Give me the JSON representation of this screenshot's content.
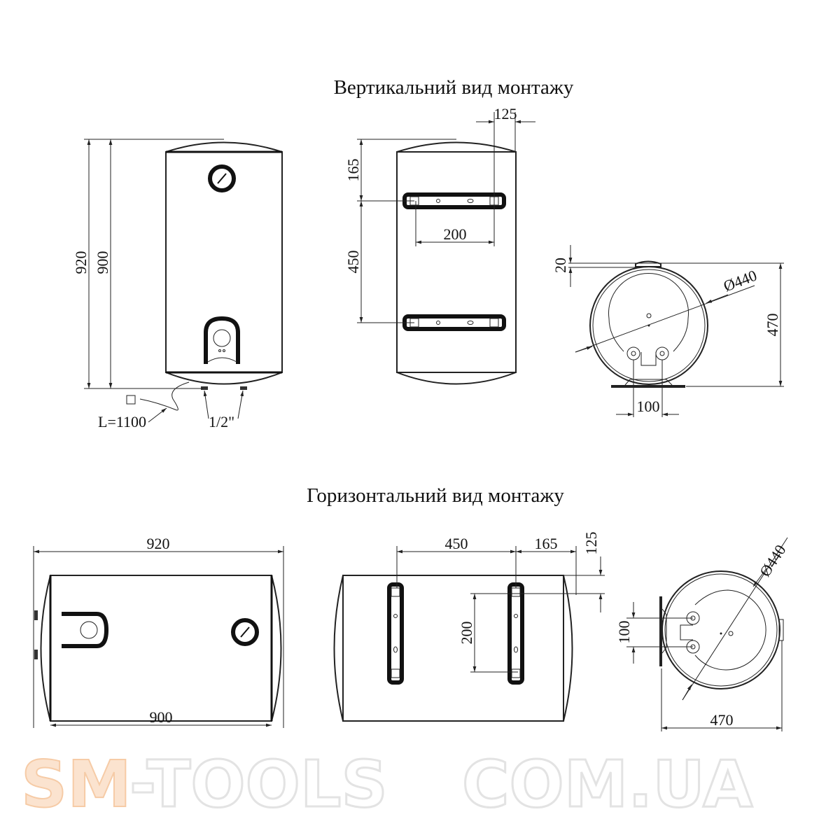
{
  "titles": {
    "vertical": "Вертикальний вид монтажу",
    "horizontal": "Горизонтальний вид монтажу"
  },
  "vertical_front": {
    "height_total": "920",
    "height_body": "900",
    "cable_length": "L=1100",
    "pipe_thread": "1/2\""
  },
  "vertical_back": {
    "top_offset": "165",
    "bracket_spacing": "450",
    "bracket_width": "200",
    "side_offset": "125"
  },
  "vertical_side": {
    "bracket_gap": "20",
    "diameter": "Ø440",
    "depth": "470",
    "pipe_spacing": "100"
  },
  "horizontal_front": {
    "length_total": "920",
    "length_body": "900"
  },
  "horizontal_back": {
    "bracket_spacing": "450",
    "end_offset": "165",
    "top_offset": "125",
    "bracket_width": "200"
  },
  "horizontal_side": {
    "diameter": "Ø440",
    "depth": "470",
    "pipe_spacing": "100"
  },
  "watermark": {
    "line1_accent": "SM",
    "line1_rest": "-TOOLS",
    "line2": "COM.UA"
  }
}
